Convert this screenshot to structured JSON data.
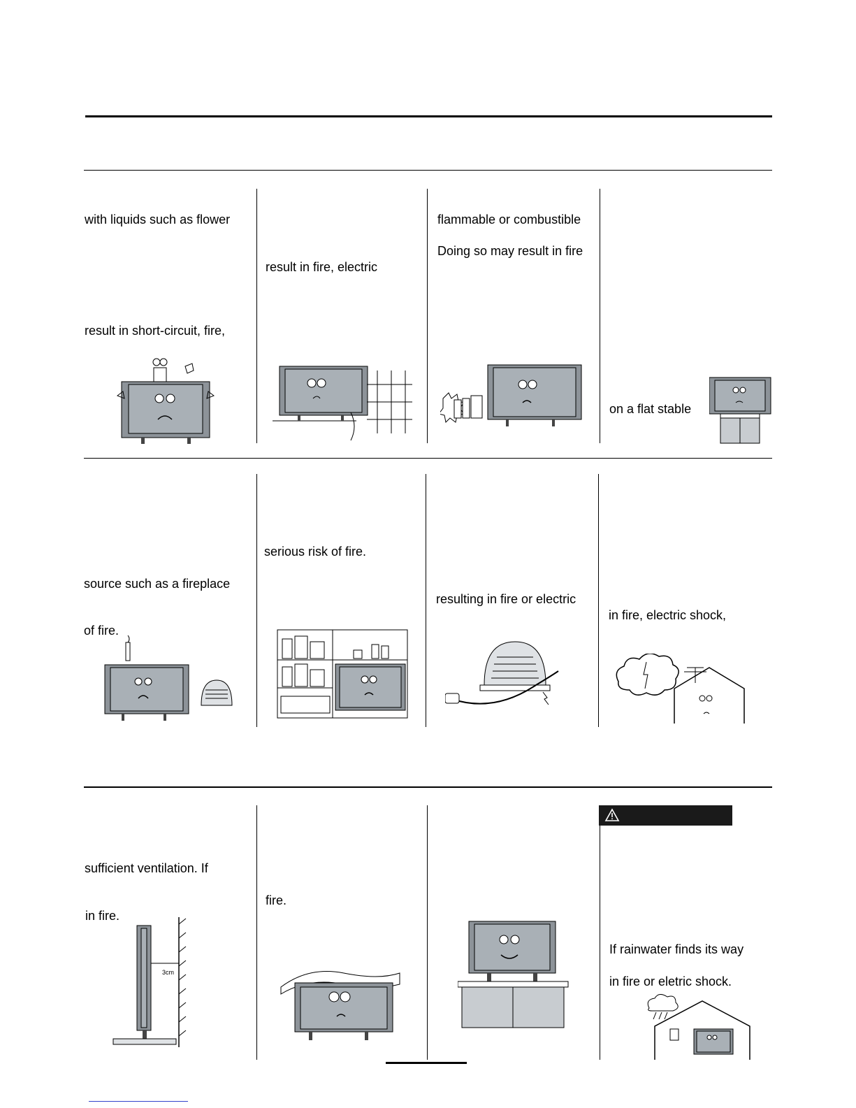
{
  "texts": {
    "r1c1_line1": "with liquids such as flower",
    "r1c1_line2": "result in short-circuit, fire,",
    "r1c2_line1": "result in fire, electric",
    "r1c3_line1": "flammable or combustible",
    "r1c3_line2": "Doing so may result in fire",
    "r1c4_line1": "on a flat stable",
    "r2c1_line1": "source such as a fireplace",
    "r2c1_line2": "of fire.",
    "r2c2_line1": "serious risk of fire.",
    "r2c3_line1": "resulting in fire or electric",
    "r2c4_line1": "in fire, electric shock,",
    "r3c1_line1": "sufficient ventilation. If",
    "r3c1_line2": "in fire.",
    "r3c2_line1": "fire.",
    "r3c4_line1": "If rainwater finds its way",
    "r3c4_line2": "in fire or eletric shock."
  },
  "clearance_label": "3cm",
  "icons": {
    "caution": "warning-triangle-icon"
  },
  "colors": {
    "ink": "#000000",
    "caution_bar": "#1a1a1a",
    "screen": "#a9b0b6",
    "frame": "#8d9399",
    "footer_link": "#3344cc"
  }
}
